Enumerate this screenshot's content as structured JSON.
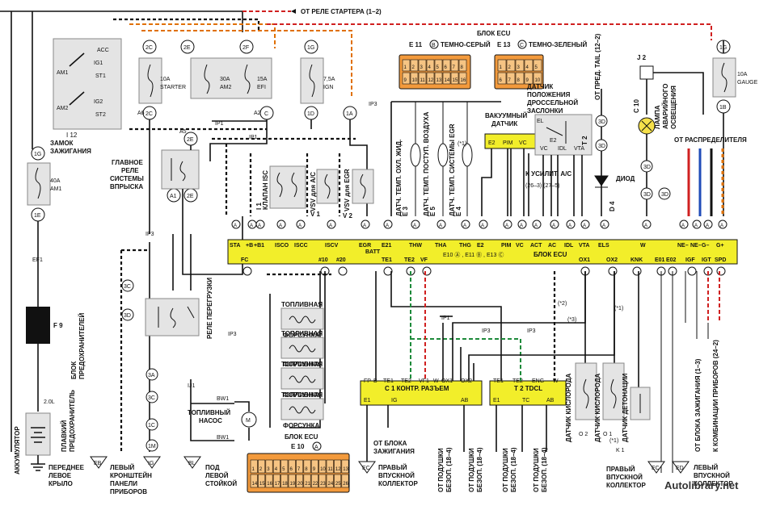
{
  "colors": {
    "ecu_bar": "#f2ee2a",
    "box_yellow": "#f2ee2a",
    "wire_black": "#111111",
    "wire_red": "#d02020",
    "wire_orange": "#e07000",
    "wire_green": "#1d8a3a",
    "wire_blue": "#1f4bb8",
    "wire_brown": "#8b4513",
    "connector_orange": "#f39a3c",
    "lamp_yellow": "#f5e04a"
  },
  "top": {
    "starter_relay": "ОТ РЕЛЕ СТАРТЕРА (1–2)",
    "ecu_block": "БЛОК ECU",
    "e11": "E 11",
    "e11_color": "ТЕМНО-СЕРЫЙ",
    "e13": "E 13",
    "e13_color": "ТЕМНО-ЗЕЛЕНЫЙ",
    "circle_b": "B",
    "circle_c": "C",
    "from_tail": "ОТ ПРЕД. TAIL (12–2)",
    "j2": "J 2"
  },
  "ignition": {
    "acc": "ACC",
    "ig1": "IG1",
    "st1": "ST1",
    "ig2": "IG2",
    "st2": "ST2",
    "am1": "AM1",
    "am2": "AM2",
    "id": "I 12",
    "caption1": "ЗАМОК",
    "caption2": "ЗАЖИГАНИЯ"
  },
  "fuses": {
    "starter_rating": "10A",
    "starter_name": "STARTER",
    "am2_rating": "30A",
    "am2_name": "AM2",
    "efi_rating": "15A",
    "efi_name": "EFI",
    "ign_rating": "7,5A",
    "ign_name": "IGN",
    "gauge_rating": "10A",
    "gauge_name": "GAUGE",
    "am1_rating": "40A",
    "am1_name": "AM1",
    "f9": "F 9",
    "fuse_block1": "БЛОК",
    "fuse_block2": "ПРЕДОХРАНИТЕЛЕЙ",
    "fusible_rating": "2.0L",
    "fusible1": "ПЛАВКИЙ",
    "fusible2": "ПРЕДОХРАНИТЕЛЬ",
    "battery": "АККУМУЛЯТОР"
  },
  "conn_labels": {
    "c2c": "2C",
    "c2e": "2E",
    "c2f": "2F",
    "c1g": "1G",
    "c1g_right": "1G",
    "a6_2c": "2C",
    "a2_2e": "2E",
    "c4": "C",
    "c1d": "1D",
    "c1a": "1A",
    "c1e": "1E",
    "c1b": "1B",
    "c3d_a": "3D",
    "c3d_b": "3D",
    "c3c": "3C",
    "c3d_c": "3D",
    "c3a": "3A",
    "c3c_b": "3C",
    "c1c": "1C",
    "c1m": "1M",
    "c18d": "3D",
    "c19d": "3D",
    "c7d": "3D",
    "a5": "A5",
    "a6": "A6",
    "a2": "A2",
    "a1": "A1",
    "ip1": "IP1",
    "ip1_b": "IP1",
    "ip3": "IP3",
    "ip3_b": "IP3",
    "ip3_c": "IP3",
    "ip3_d": "IP3",
    "ip3_e": "IP3",
    "ef1": "EF1",
    "ij1": "IJ1",
    "bw1": "BW1",
    "bw1_b": "BW1",
    "ip1_c": "IP1"
  },
  "main_relay": {
    "l1": "ГЛАВНОЕ",
    "l2": "РЕЛЕ",
    "l3": "СИСТЕМЫ",
    "l4": "ВПРЫСКА"
  },
  "overload_relay": "РЕЛЕ ПЕРЕГРУЗКИ",
  "components": {
    "isc": "КЛАПАН ISC",
    "i1": "I 1",
    "vsv_ac": "VSV для A/C",
    "v1": "V 1",
    "vsv_egr": "VSV для EGR",
    "v2": "V 2",
    "temp_coolant": "ДАТЧ. ТЕМП. ОХЛ. ЖИД.",
    "e3": "E 3",
    "temp_air": "ДАТЧ. ТЕМП. ПОСТУП. ВОЗДУХА",
    "e5": "E 5",
    "temp_egr": "ДАТЧ. ТЕМП. СИСТЕМЫ EGR",
    "e4": "E 4",
    "vacuum1": "ВАКУУМНЫЙ",
    "vacuum2": "ДАТЧИК",
    "vac_e2": "E2",
    "vac_pim": "PIM",
    "vac_vc": "VC",
    "throttle1": "ДАТЧИК",
    "throttle2": "ПОЛОЖЕНИЯ",
    "throttle3": "ДРОССЕЛЬНОЙ",
    "throttle4": "ЗАСЛОНКИ",
    "tps_el": "EL",
    "tps_vc": "VC",
    "tps_idl": "IDL",
    "tps_vta": "VTA",
    "tps_e2": "E2",
    "t2": "T 2",
    "ac_amp": "К УСИЛИТ. A/C",
    "ac_ref": "(26–3)   (27–5)",
    "diode": "ДИОД",
    "d4": "D 4",
    "lamp1": "ЛАМПА",
    "lamp2": "АВАРИЙНОГО",
    "lamp3": "ОСВЕЩЕНИЯ",
    "c10": "C 10",
    "from_distributor": "ОТ РАСПРЕДЕЛИТЕЛЯ",
    "star1": "(*1)"
  },
  "ecu_top_pins": {
    "sta": "STA",
    "pb": "+B",
    "b1": "+B1",
    "isco": "ISCO",
    "iscc": "ISCC",
    "iscv": "ISCV",
    "egr": "EGR",
    "e21": "E21",
    "batt": "BATT",
    "thw": "THW",
    "tha": "THA",
    "thg": "THG",
    "e2": "E2",
    "pim": "PIM",
    "vc": "VC",
    "act": "ACT",
    "ac": "AC",
    "idl": "IDL",
    "vta": "VTA",
    "els": "ELS",
    "w": "W",
    "ne": "NE–",
    "ne2": "NE–",
    "g": "G–",
    "gp": "G+"
  },
  "ecu_mid": "E10 Ⓐ , E11 Ⓑ , E13 Ⓒ",
  "ecu_label": "БЛОК ECU",
  "ecu_bottom_pins": {
    "fc": "FC",
    "n10": "#10",
    "n20": "#20",
    "te1": "TE1",
    "te2": "TE2",
    "vf": "VF",
    "ox1": "OX1",
    "ox2": "OX2",
    "knk": "KNK",
    "e01": "E01",
    "e02": "E02",
    "igf": "IGF",
    "igt": "IGT",
    "spd": "SPD"
  },
  "injectors": {
    "label1": "ТОПЛИВНАЯ",
    "label2": "ФОРСУНКА",
    "ecu_block": "БЛОК ECU",
    "e10": "E 10",
    "circle_a": "A"
  },
  "check_conn": {
    "title": "C 1  КОНТР. РАЗЪЕМ",
    "fp": "FP",
    "b": "B",
    "te1": "TE1",
    "te2": "TE2",
    "vf1": "VF1",
    "w": "W",
    "ox1": "OX1",
    "ox2": "OX2",
    "e1": "E1",
    "ig": "IG",
    "ab": "AB"
  },
  "tdcl": {
    "title": "T 2  TDCL",
    "te1": "TE1",
    "te2": "TE2",
    "eng": "ENG",
    "w": "W",
    "e1": "E1",
    "tc": "TC",
    "ab": "AB"
  },
  "bottom": {
    "fuel_pump1": "ТОПЛИВНЫЙ",
    "fuel_pump2": "НАСОС",
    "front_left1": "ПЕРЕДНЕЕ",
    "front_left2": "ЛЕВОЕ",
    "front_left3": "КРЫЛО",
    "bracket1": "ЛЕВЫЙ",
    "bracket2": "КРОНШТЕЙН",
    "bracket3": "ПАНЕЛИ",
    "bracket4": "ПРИБОРОВ",
    "pillar1": "ПОД",
    "pillar2": "ЛЕВОЙ",
    "pillar3": "СТОЙКОЙ",
    "right_mani1": "ПРАВЫЙ",
    "right_mani2": "ВПУСКНОЙ",
    "right_mani3": "КОЛЛЕКТОР",
    "from_ign1": "ОТ БЛОКА",
    "from_ign2": "ЗАЖИГАНИЯ",
    "airbag1": "ОТ ПОДУШКИ",
    "airbag2": "БЕЗОП. (18–4)",
    "o2_sensor": "ДАТЧИК КИСЛОРОДА",
    "o2": "O 2",
    "o1": "O 1",
    "knock": "ДАТЧИК ДЕТОНАЦИИ",
    "k1": "K 1",
    "right_mani_b1": "ПРАВЫЙ",
    "right_mani_b2": "ВПУСКНОЙ",
    "right_mani_b3": "КОЛЛЕКТОР",
    "left_mani1": "ЛЕВЫЙ",
    "left_mani2": "ВПУСКНОЙ",
    "left_mani3": "КОЛЛЕКТОР",
    "from_ign_block": "ОТ БЛОКА ЗАЖИГАНИЯ (1–3)",
    "to_combo": "К КОМБИНАЦИИ ПРИБОРОВ (24–2)",
    "g_eb": "EB",
    "g_ig": "IG",
    "g_bl": "BL",
    "g_ec": "EC",
    "g_ec2": "EC",
    "g_ed": "ED",
    "star2": "(*2)",
    "star3": "(*3)",
    "star1b": "(*1)"
  },
  "ecu_connector_numbers": {
    "row1": [
      "1",
      "2",
      "3",
      "4",
      "5",
      "6",
      "7",
      "8",
      "9",
      "10",
      "11",
      "12",
      "13"
    ],
    "row2": [
      "14",
      "15",
      "16",
      "17",
      "18",
      "19",
      "20",
      "21",
      "22",
      "23",
      "24",
      "25",
      "26"
    ],
    "e11_row1": [
      "1",
      "2",
      "3",
      "4",
      "5",
      "6",
      "7",
      "8"
    ],
    "e11_row2": [
      "9",
      "10",
      "11",
      "12",
      "13",
      "14",
      "15",
      "16"
    ],
    "e13_row1": [
      "1",
      "2",
      "3",
      "4",
      "5"
    ],
    "e13_row2": [
      "6",
      "7",
      "8",
      "9",
      "10"
    ]
  },
  "watermark": "Autolibrary.net"
}
